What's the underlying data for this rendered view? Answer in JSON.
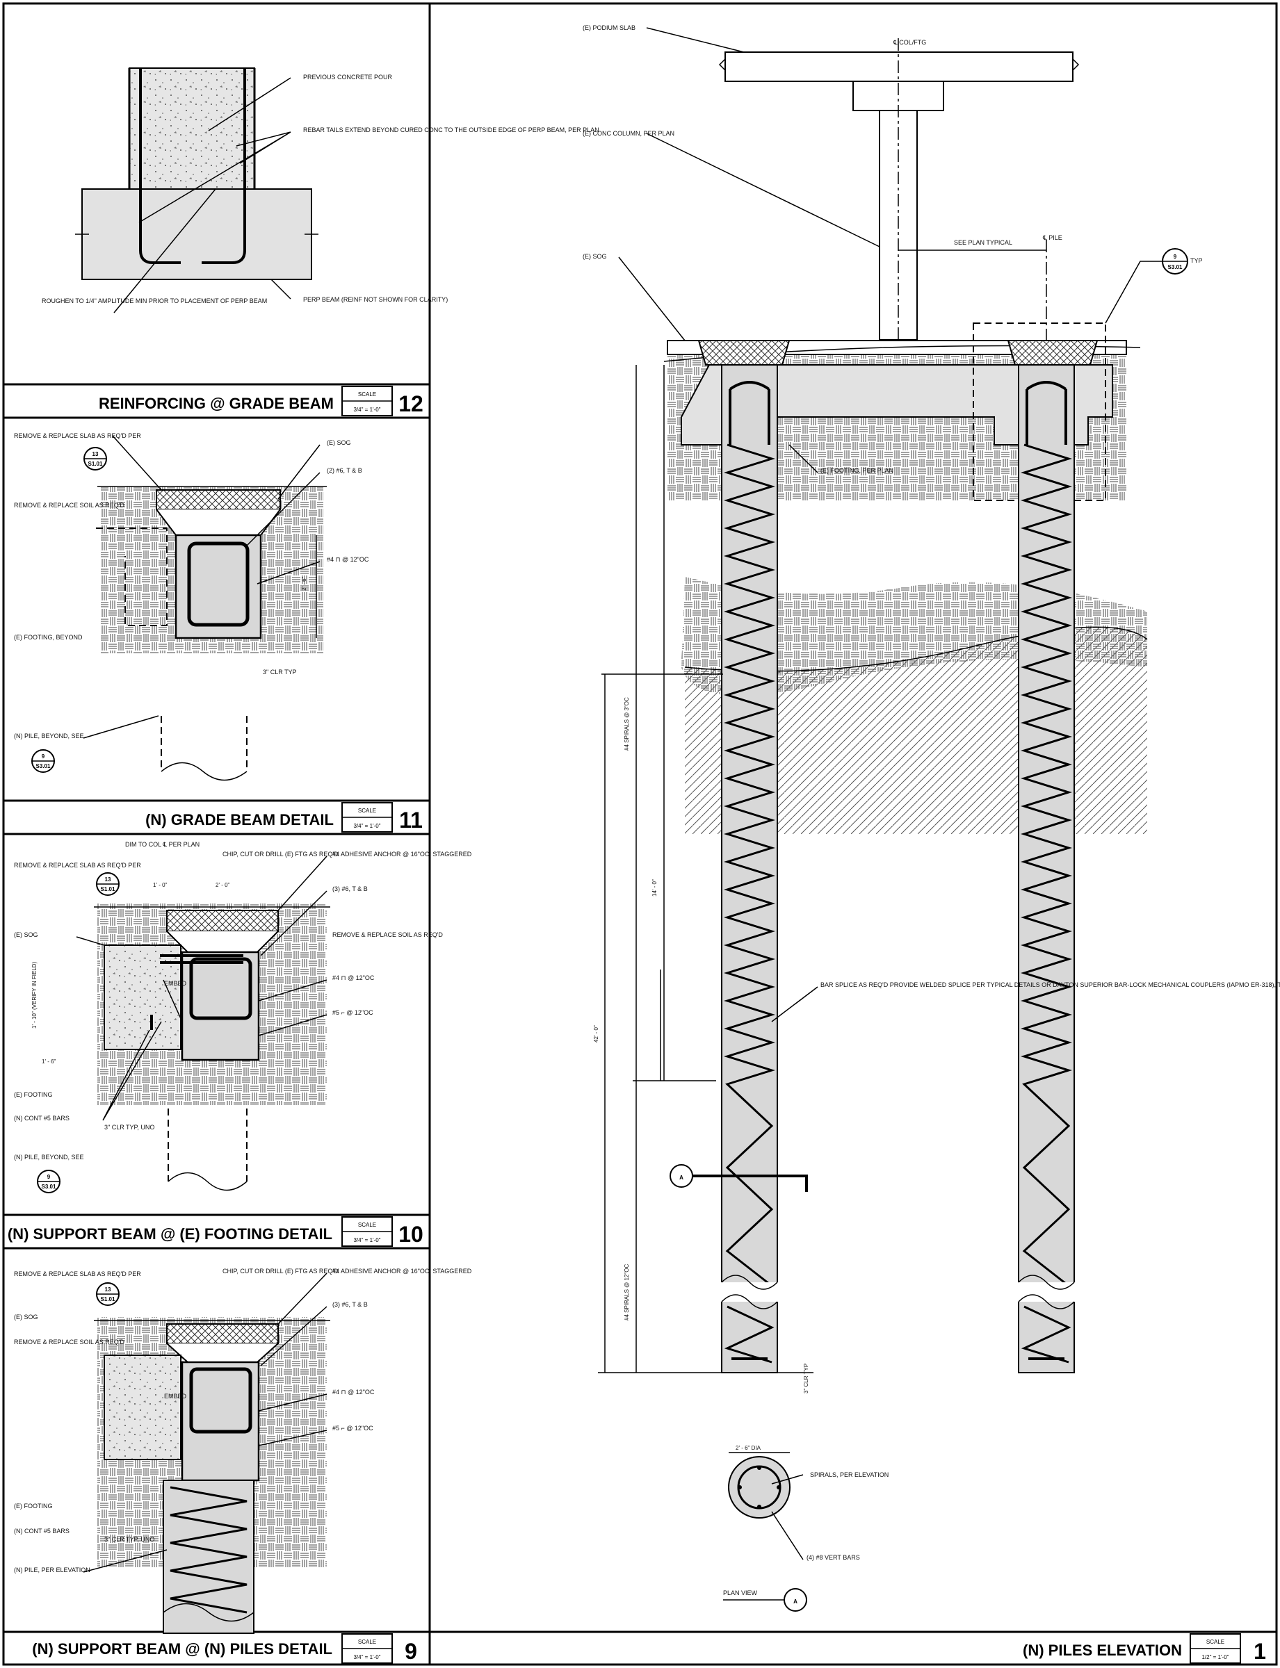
{
  "details": [
    {
      "title": "REINFORCING @ GRADE BEAM",
      "number": "12",
      "scale_label": "SCALE",
      "scale": "3/4\" = 1'-0\"",
      "notes": [
        "PREVIOUS CONCRETE POUR",
        "REBAR TAILS EXTEND BEYOND CURED CONC TO THE OUTSIDE EDGE OF PERP BEAM, PER PLAN",
        "ROUGHEN TO 1/4\" AMPLITUDE MIN PRIOR TO PLACEMENT OF PERP BEAM",
        "PERP BEAM (REINF NOT SHOWN FOR CLARITY)"
      ]
    },
    {
      "title": "(N) GRADE BEAM DETAIL",
      "number": "11",
      "scale_label": "SCALE",
      "scale": "3/4\" = 1'-0\"",
      "notes": [
        "REMOVE & REPLACE SLAB AS REQ'D PER",
        "(E) SOG",
        "(2) #6, T & B",
        "REMOVE & REPLACE SOIL AS REQ'D",
        "#4 ⊓ @ 12\"OC",
        "(E) FOOTING, BEYOND",
        "2' - 6\"",
        "3\" CLR TYP",
        "(N) PILE, BEYOND, SEE"
      ]
    },
    {
      "title": "(N) SUPPORT BEAM @ (E) FOOTING DETAIL",
      "number": "10",
      "scale_label": "SCALE",
      "scale": "3/4\" = 1'-0\"",
      "notes": [
        "DIM TO COL ℄ PER PLAN",
        "REMOVE & REPLACE SLAB AS REQ'D PER",
        "CHIP, CUT OR DRILL (E) FTG AS REQ'D",
        "#4 ADHESIVE ANCHOR @ 16\"OC, STAGGERED",
        "(3) #6, T & B",
        "(E) SOG",
        "REMOVE & REPLACE SOIL AS REQ'D",
        "#4 ⊓ @ 12\"OC",
        "#5 ⌐ @ 12\"OC",
        "EMBED",
        "(E) FOOTING",
        "(N) CONT #5 BARS",
        "3\" CLR TYP, UNO",
        "(N) PILE, BEYOND, SEE",
        "1' - 0\"",
        "2' - 0\"",
        "1' - 10\" (VERIFY IN FIELD)",
        "1' - 6\""
      ]
    },
    {
      "title": "(N) SUPPORT BEAM @ (N) PILES DETAIL",
      "number": "9",
      "scale_label": "SCALE",
      "scale": "3/4\" = 1'-0\"",
      "notes": [
        "REMOVE & REPLACE SLAB AS REQ'D PER",
        "CHIP, CUT OR DRILL (E) FTG AS REQ'D",
        "#4 ADHESIVE ANCHOR @ 16\"OC, STAGGERED",
        "(E) SOG",
        "(3) #6, T & B",
        "REMOVE & REPLACE SOIL AS REQ'D",
        "#4 ⊓ @ 12\"OC",
        "#5 ⌐ @ 12\"OC",
        "EMBED",
        "(E) FOOTING",
        "(N) CONT #5 BARS",
        "3\" CLR TYP, UNO",
        "(N) PILE, PER ELEVATION"
      ]
    },
    {
      "title": "(N) PILES ELEVATION",
      "number": "1",
      "scale_label": "SCALE",
      "scale": "1/2\" = 1'-0\"",
      "notes": [
        "(E) PODIUM SLAB",
        "℄ COL/FTG",
        "(E) CONC COLUMN, PER PLAN",
        "(E) SOG",
        "SEE PLAN TYPICAL",
        "℄ PILE",
        "TYP",
        "(E) FOOTING, PER PLAN",
        "#4 SPIRALS @ 3\"OC",
        "14' - 0\"",
        "42' - 0\"",
        "#4 SPIRALS @ 12\"OC",
        "BAR SPLICE AS REQ'D PROVIDE WELDED SPLICE PER TYPICAL DETAILS OR DAYTON SUPERIOR BAR-LOCK MECHANICAL COUPLERS (IAPMO ER-318), TYPICAL",
        "3\" CLR TYP",
        "2' - 6\" DIA",
        "SPIRALS, PER ELEVATION",
        "(4) #8 VERT BARS",
        "PLAN VIEW",
        "A"
      ]
    }
  ],
  "bubbles": {
    "ref13_top": "13",
    "ref13_bot": "S1.01",
    "ref9_top": "9",
    "ref9_bot": "S3.01",
    "typ_a": "A"
  }
}
